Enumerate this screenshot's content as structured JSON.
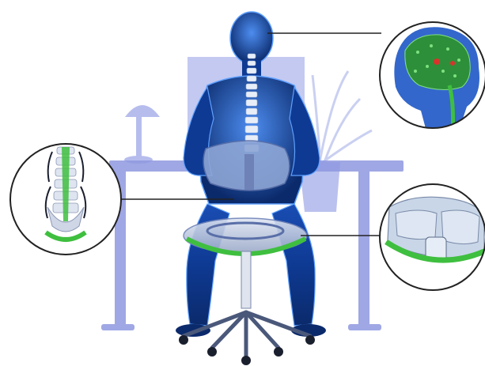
{
  "image": {
    "subject": "ergonomic-chair-illustration",
    "colors": {
      "background": "#ffffff",
      "body_dark": "#0b2a6b",
      "body_mid": "#1e5fc8",
      "body_light": "#7fb6ff",
      "desk": "#8f98e0",
      "chair": "#8ea6d6",
      "accent_green": "#3fbf3f",
      "connector": "#222222"
    },
    "callouts": [
      {
        "name": "brain-callout",
        "depicts": "brain"
      },
      {
        "name": "spine-callout",
        "depicts": "lower-spine"
      },
      {
        "name": "seat-callout",
        "depicts": "seat-mechanism"
      }
    ]
  }
}
